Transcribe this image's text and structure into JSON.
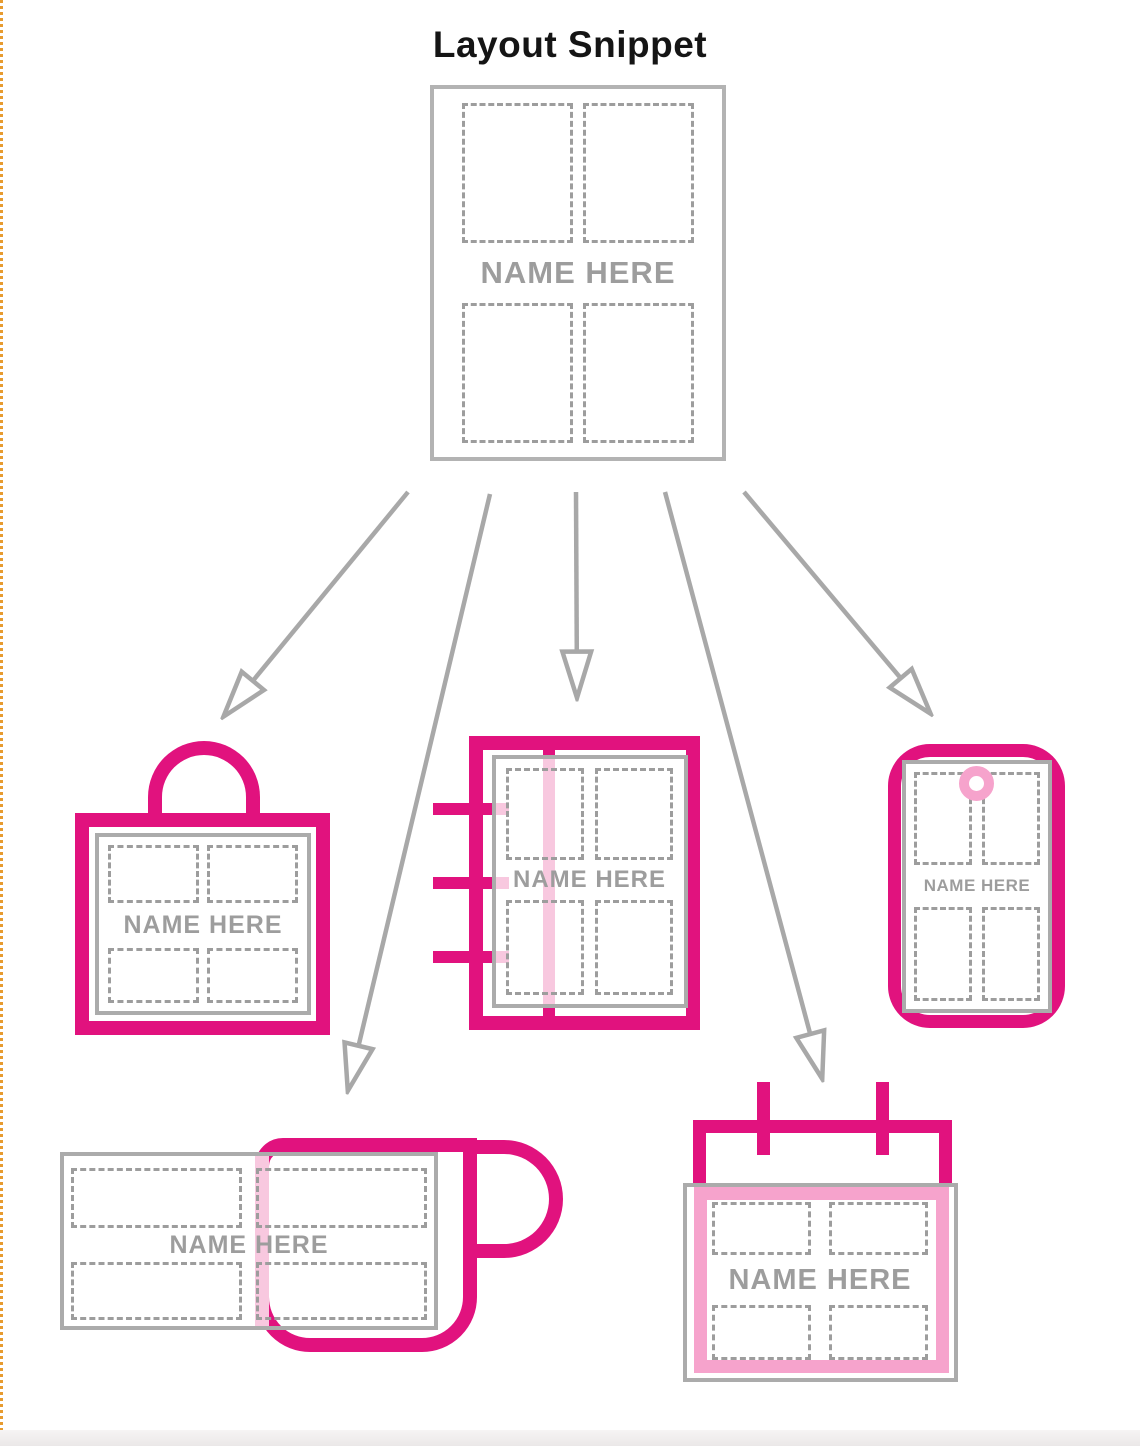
{
  "title": "Layout Snippet",
  "template": {
    "label": "NAME HERE"
  },
  "products": [
    {
      "name": "gift-bag",
      "label": "NAME HERE"
    },
    {
      "name": "notebook",
      "label": "NAME HERE"
    },
    {
      "name": "gift-tag",
      "label": "NAME HERE"
    },
    {
      "name": "mug",
      "label": "NAME HERE"
    },
    {
      "name": "calendar",
      "label": "NAME HERE"
    }
  ],
  "colors": {
    "accent_pink": "#e1127e",
    "accent_pink_mid": "#f6a3cc",
    "accent_pink_light": "#f8c8df",
    "gray_border": "#ababab",
    "gray_dashed": "#9d9d9d",
    "gray_text": "#9d9d9d",
    "arrow_gray": "#a8a8a8",
    "page_edge_orange": "#e79b2f"
  }
}
